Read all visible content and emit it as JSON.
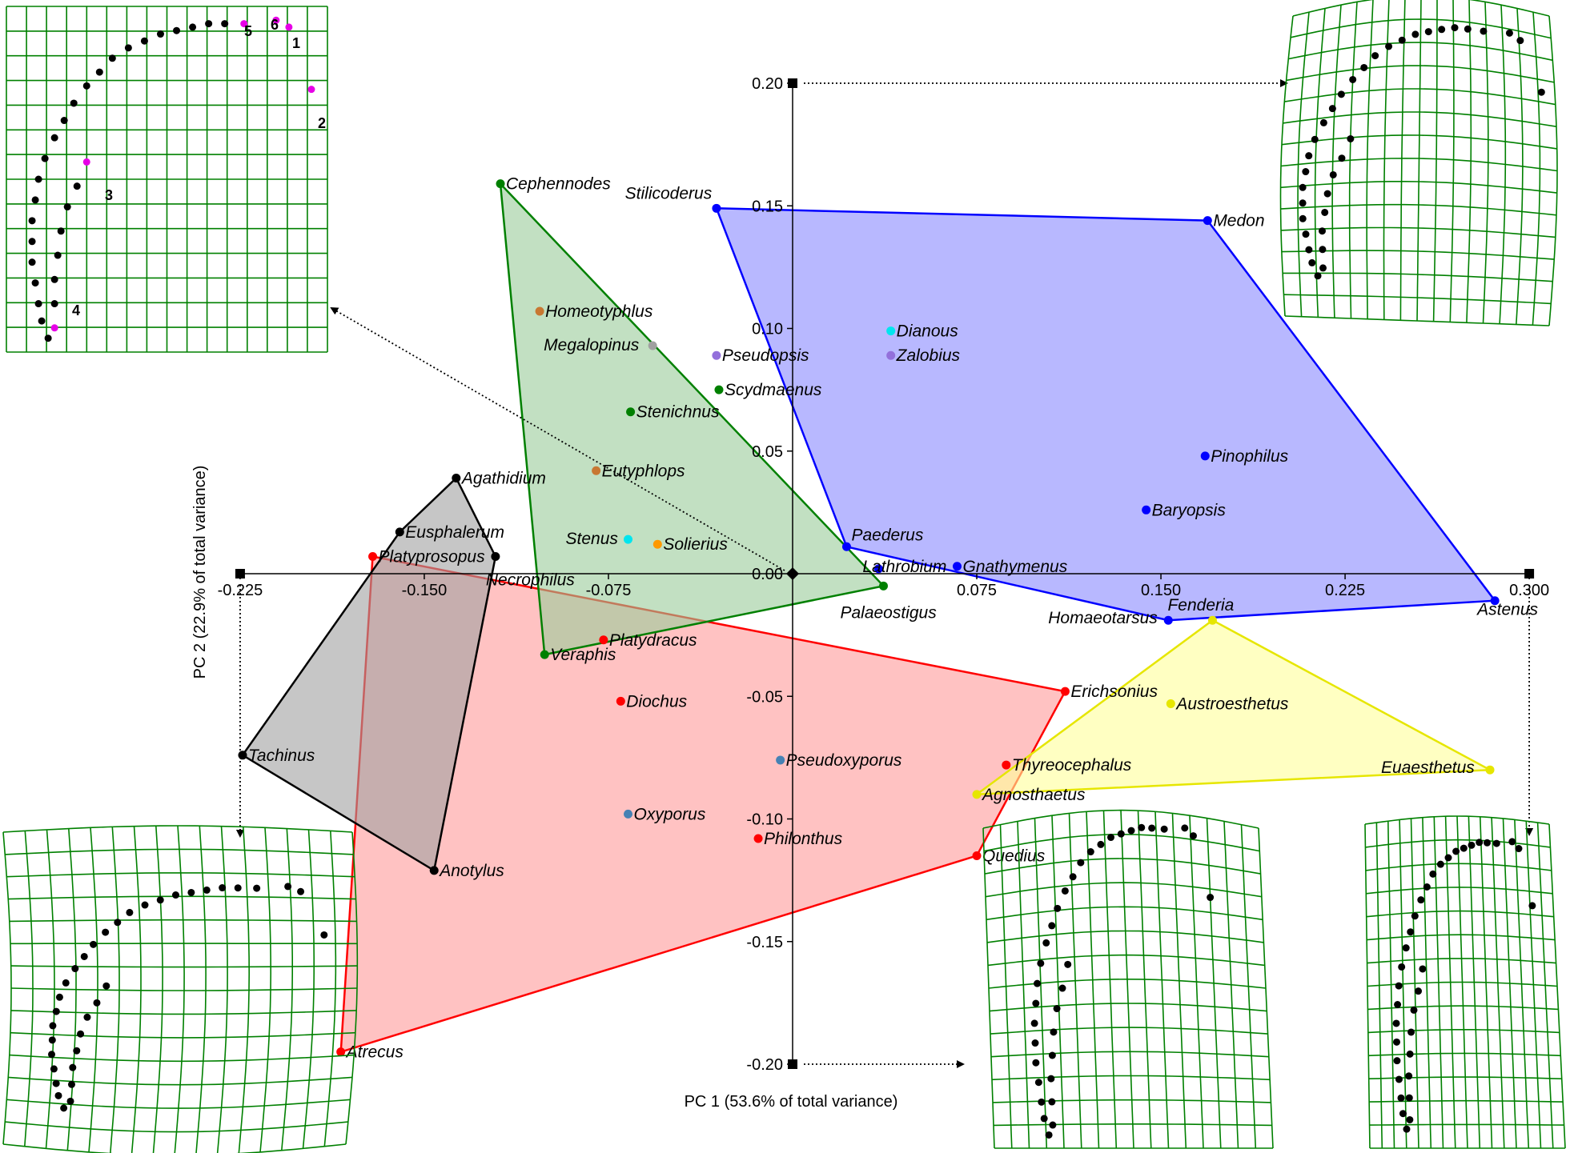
{
  "chart_data": {
    "type": "scatter",
    "xlabel": "PC 1 (53.6% of total variance)",
    "ylabel": "PC 2 (22.9% of total variance)",
    "xlim": [
      -0.225,
      0.3
    ],
    "ylim": [
      -0.2,
      0.2
    ],
    "x_ticks": [
      "-0.225",
      "-0.150",
      "-0.075",
      "0.075",
      "0.150",
      "0.225",
      "0.300"
    ],
    "y_ticks": [
      "0.20",
      "0.15",
      "0.10",
      "0.05",
      "0.00",
      "-0.05",
      "-0.10",
      "-0.15",
      "-0.20"
    ],
    "grid": false,
    "hulls": [
      {
        "color": "#ff0000",
        "fill": "#ff9999",
        "vertices": [
          "Platyprosopus",
          "Erichsonius",
          "Quedius",
          "Atrecus"
        ]
      },
      {
        "color": "#000000",
        "fill": "#a0a0a0",
        "vertices": [
          "Agathidium",
          "Necrophilus",
          "Anotylus",
          "Tachinus",
          "Eusphalerum"
        ]
      },
      {
        "color": "#008000",
        "fill": "#99cc99",
        "vertices": [
          "Cephennodes",
          "Palaeostigus",
          "Veraphis"
        ]
      },
      {
        "color": "#0000ff",
        "fill": "#8888ff",
        "vertices": [
          "Stilicoderus",
          "Medon",
          "Astenus",
          "Homaeotarsus",
          "Paederus"
        ]
      },
      {
        "color": "#e6e600",
        "fill": "#ffff99",
        "vertices": [
          "Fenderia",
          "Euaesthetus",
          "Agnosthaetus"
        ]
      }
    ],
    "points": [
      {
        "name": "Cephennodes",
        "x": -0.119,
        "y": 0.159,
        "color": "#008000"
      },
      {
        "name": "Homeotyphlus",
        "x": -0.103,
        "y": 0.107,
        "color": "#c87832"
      },
      {
        "name": "Megalopinus",
        "x": -0.057,
        "y": 0.093,
        "color": "#a0a0a0"
      },
      {
        "name": "Pseudopsis",
        "x": -0.031,
        "y": 0.089,
        "color": "#9370db"
      },
      {
        "name": "Scydmaenus",
        "x": -0.03,
        "y": 0.075,
        "color": "#008000"
      },
      {
        "name": "Stenichnus",
        "x": -0.066,
        "y": 0.066,
        "color": "#008000"
      },
      {
        "name": "Eutyphlops",
        "x": -0.08,
        "y": 0.042,
        "color": "#c87832"
      },
      {
        "name": "Stenus",
        "x": -0.067,
        "y": 0.014,
        "color": "#00e5ee"
      },
      {
        "name": "Solierius",
        "x": -0.055,
        "y": 0.012,
        "color": "#ff9900"
      },
      {
        "name": "Stilicoderus",
        "x": -0.031,
        "y": 0.149,
        "color": "#0000ff"
      },
      {
        "name": "Medon",
        "x": 0.169,
        "y": 0.144,
        "color": "#0000ff"
      },
      {
        "name": "Dianous",
        "x": 0.04,
        "y": 0.099,
        "color": "#00e5ee"
      },
      {
        "name": "Zalobius",
        "x": 0.04,
        "y": 0.089,
        "color": "#9370db"
      },
      {
        "name": "Pinophilus",
        "x": 0.168,
        "y": 0.048,
        "color": "#0000ff"
      },
      {
        "name": "Baryopsis",
        "x": 0.144,
        "y": 0.026,
        "color": "#0000ff"
      },
      {
        "name": "Paederus",
        "x": 0.022,
        "y": 0.011,
        "color": "#0000ff"
      },
      {
        "name": "Lathrobium",
        "x": 0.035,
        "y": 0.002,
        "color": "#0000ff"
      },
      {
        "name": "Gnathymenus",
        "x": 0.067,
        "y": 0.003,
        "color": "#0000ff"
      },
      {
        "name": "Palaeostigus",
        "x": 0.037,
        "y": -0.005,
        "color": "#008000"
      },
      {
        "name": "Homaeotarsus",
        "x": 0.153,
        "y": -0.019,
        "color": "#0000ff"
      },
      {
        "name": "Astenus",
        "x": 0.286,
        "y": -0.011,
        "color": "#0000ff"
      },
      {
        "name": "Fenderia",
        "x": 0.171,
        "y": -0.019,
        "color": "#e6e600"
      },
      {
        "name": "Agathidium",
        "x": -0.137,
        "y": 0.039,
        "color": "#000000"
      },
      {
        "name": "Eusphalerum",
        "x": -0.16,
        "y": 0.017,
        "color": "#000000"
      },
      {
        "name": "Platyprosopus",
        "x": -0.171,
        "y": 0.007,
        "color": "#ff0000"
      },
      {
        "name": "Necrophilus",
        "x": -0.121,
        "y": 0.007,
        "color": "#000000"
      },
      {
        "name": "Veraphis",
        "x": -0.101,
        "y": -0.033,
        "color": "#008000"
      },
      {
        "name": "Platydracus",
        "x": -0.077,
        "y": -0.027,
        "color": "#ff0000"
      },
      {
        "name": "Diochus",
        "x": -0.07,
        "y": -0.052,
        "color": "#ff0000"
      },
      {
        "name": "Pseudoxyporus",
        "x": -0.005,
        "y": -0.076,
        "color": "#4682b4"
      },
      {
        "name": "Oxyporus",
        "x": -0.067,
        "y": -0.098,
        "color": "#4682b4"
      },
      {
        "name": "Philonthus",
        "x": -0.014,
        "y": -0.108,
        "color": "#ff0000"
      },
      {
        "name": "Tachinus",
        "x": -0.224,
        "y": -0.074,
        "color": "#000000"
      },
      {
        "name": "Anotylus",
        "x": -0.146,
        "y": -0.121,
        "color": "#000000"
      },
      {
        "name": "Atrecus",
        "x": -0.184,
        "y": -0.195,
        "color": "#ff0000"
      },
      {
        "name": "Erichsonius",
        "x": 0.111,
        "y": -0.048,
        "color": "#ff0000"
      },
      {
        "name": "Austroesthetus",
        "x": 0.154,
        "y": -0.053,
        "color": "#e6e600"
      },
      {
        "name": "Thyreocephalus",
        "x": 0.087,
        "y": -0.078,
        "color": "#ff0000"
      },
      {
        "name": "Euaesthetus",
        "x": 0.284,
        "y": -0.08,
        "color": "#e6e600"
      },
      {
        "name": "Agnosthaetus",
        "x": 0.075,
        "y": -0.09,
        "color": "#e6e600"
      },
      {
        "name": "Quedius",
        "x": 0.075,
        "y": -0.115,
        "color": "#ff0000"
      }
    ],
    "landmark_labels": [
      "5",
      "6",
      "1",
      "2",
      "3",
      "4"
    ]
  }
}
